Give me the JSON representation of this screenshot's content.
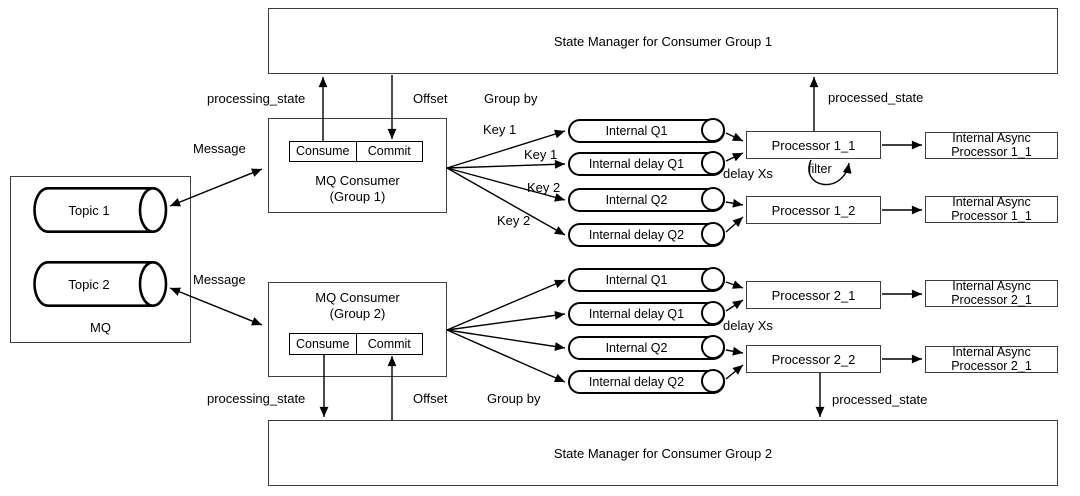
{
  "diagram": {
    "state_managers": {
      "group1": "State Manager for Consumer Group 1",
      "group2": "State Manager for Consumer Group 2"
    },
    "mq": {
      "label": "MQ",
      "topics": [
        "Topic 1",
        "Topic 2"
      ]
    },
    "consumers": {
      "group1": {
        "line1": "MQ Consumer",
        "line2": "(Group 1)",
        "consume": "Consume",
        "commit": "Commit"
      },
      "group2": {
        "line1": "MQ Consumer",
        "line2": "(Group 2)",
        "consume": "Consume",
        "commit": "Commit"
      }
    },
    "queues": {
      "group1": [
        "Internal Q1",
        "Internal delay Q1",
        "Internal Q2",
        "Internal delay Q2"
      ],
      "group2": [
        "Internal Q1",
        "Internal delay Q1",
        "Internal Q2",
        "Internal delay Q2"
      ]
    },
    "processors": {
      "group1": [
        "Processor 1_1",
        "Processor 1_2"
      ],
      "group2": [
        "Processor 2_1",
        "Processor 2_2"
      ]
    },
    "async_processors": {
      "group1": [
        {
          "line1": "Internal Async",
          "line2": "Processor 1_1"
        },
        {
          "line1": "Internal Async",
          "line2": "Processor 1_1"
        }
      ],
      "group2": [
        {
          "line1": "Internal Async",
          "line2": "Processor 2_1"
        },
        {
          "line1": "Internal Async",
          "line2": "Processor 2_1"
        }
      ]
    },
    "labels": {
      "message_1": "Message",
      "message_2": "Message",
      "processing_state_1": "processing_state",
      "processing_state_2": "processing_state",
      "offset_1": "Offset",
      "offset_2": "Offset",
      "group_by_1": "Group by",
      "group_by_2": "Group by",
      "processed_state_1": "processed_state",
      "processed_state_2": "processed_state",
      "key_1a": "Key 1",
      "key_1b": "Key 1",
      "key_2a": "Key 2",
      "key_2b": "Key 2",
      "delay_xs_1": "delay Xs",
      "delay_xs_2": "delay Xs",
      "filter": "filter"
    }
  }
}
